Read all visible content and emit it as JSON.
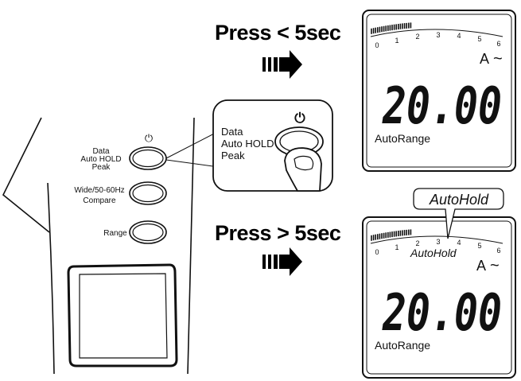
{
  "meter_panel": {
    "power_symbol": "⏻",
    "button_data_lines": [
      "Data",
      "Auto HOLD",
      "Peak"
    ],
    "button_wide_lines": [
      "Wide/50-60Hz",
      "Compare"
    ],
    "button_range": "Range"
  },
  "zoom_inset": {
    "power_symbol": "⏻",
    "lines": [
      "Data",
      "Auto HOLD",
      "Peak"
    ]
  },
  "steps": [
    {
      "instruction": "Press < 5sec"
    },
    {
      "instruction": "Press > 5sec"
    }
  ],
  "lcd_top": {
    "scale_ticks": [
      "0",
      "1",
      "2",
      "3",
      "4",
      "5",
      "6"
    ],
    "unit": "A",
    "ac_symbol": "~",
    "reading": "20.00",
    "mode": "AutoRange"
  },
  "lcd_bottom": {
    "scale_ticks": [
      "0",
      "1",
      "2",
      "3",
      "4",
      "5",
      "6"
    ],
    "unit": "A",
    "ac_symbol": "~",
    "reading": "20.00",
    "mode": "AutoRange",
    "hold_indicator": "AutoHold",
    "callout": "AutoHold"
  }
}
